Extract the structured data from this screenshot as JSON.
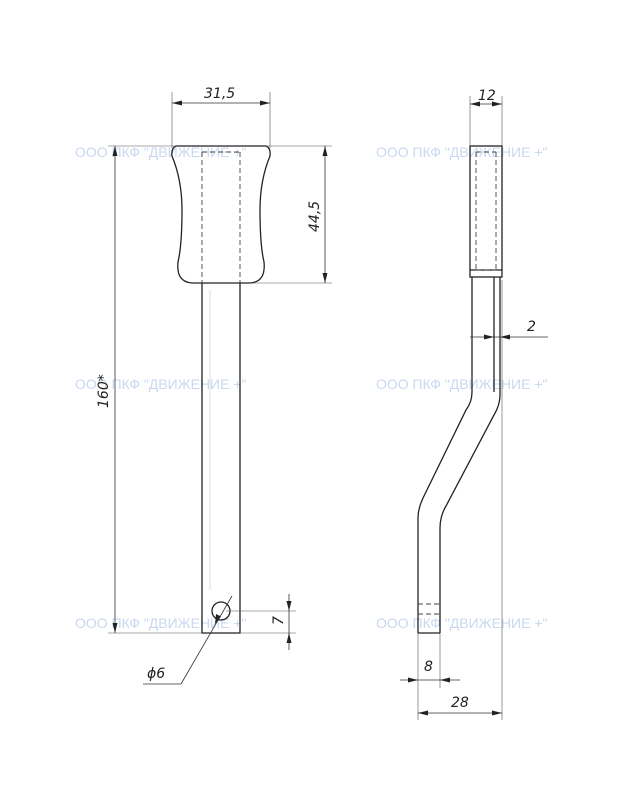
{
  "watermark": "ООО ПКФ \"ДВИЖЕНИЕ +\"",
  "colors": {
    "line": "#222222",
    "watermark": "#c9d8f0",
    "background": "#ffffff"
  },
  "front_view": {
    "dims": {
      "handle_width": "31,5",
      "handle_height": "44,5",
      "overall_length": "160*",
      "hole_diameter": "ϕ6",
      "hole_offset": "7"
    }
  },
  "side_view": {
    "dims": {
      "top_width": "12",
      "thickness": "2",
      "bottom_width": "8",
      "overall_offset": "28"
    }
  }
}
